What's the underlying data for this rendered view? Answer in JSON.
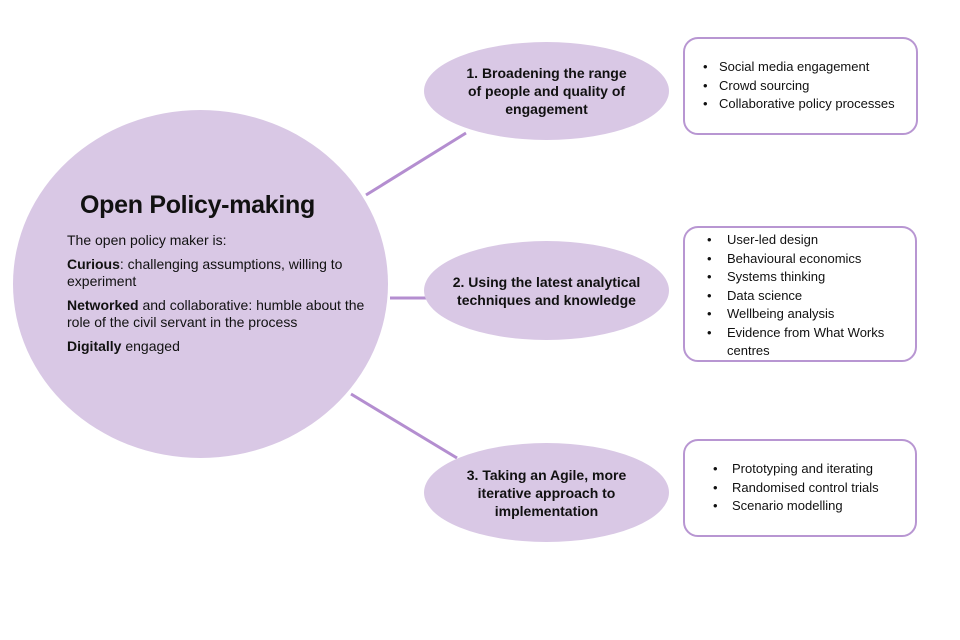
{
  "colors": {
    "node_fill": "#d9c8e5",
    "connector": "#b48ed0",
    "box_border": "#b896d2"
  },
  "center": {
    "title": "Open Policy-making",
    "intro": "The open policy maker is:",
    "traits": [
      {
        "bold": "Curious",
        "rest": ": challenging assumptions, willing to experiment"
      },
      {
        "bold": "Networked",
        "rest": " and collaborative: humble about the role of the civil servant in the process"
      },
      {
        "bold": "Digitally",
        "rest": " engaged"
      }
    ]
  },
  "branches": [
    {
      "label": "1. Broadening the range of people and quality of engagement",
      "items": [
        "Social media engagement",
        "Crowd sourcing",
        "Collaborative policy processes"
      ]
    },
    {
      "label": "2. Using the latest analytical techniques and knowledge",
      "items": [
        "User-led design",
        "Behavioural economics",
        "Systems thinking",
        "Data science",
        "Wellbeing analysis",
        "Evidence from What Works centres"
      ]
    },
    {
      "label": "3. Taking an Agile, more iterative approach to implementation",
      "items": [
        "Prototyping and iterating",
        "Randomised control trials",
        "Scenario modelling"
      ]
    }
  ]
}
